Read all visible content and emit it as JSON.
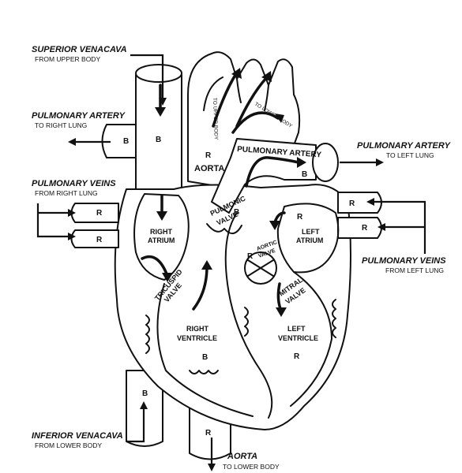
{
  "external_labels": {
    "superior_vena_cava": {
      "title": "SUPERIOR VENACAVA",
      "sub": "FROM UPPER BODY"
    },
    "pulmonary_artery_right": {
      "title": "PULMONARY ARTERY",
      "sub": "TO RIGHT LUNG"
    },
    "pulmonary_veins_right": {
      "title": "PULMONARY VEINS",
      "sub": "FROM RIGHT LUNG"
    },
    "pulmonary_artery_left": {
      "title": "PULMONARY ARTERY",
      "sub": "TO LEFT LUNG"
    },
    "pulmonary_veins_left": {
      "title": "PULMONARY VEINS",
      "sub": "FROM LEFT LUNG"
    },
    "inferior_vena_cava": {
      "title": "INFERIOR VENACAVA",
      "sub": "FROM LOWER BODY"
    },
    "aorta_bottom": {
      "title": "AORTA",
      "sub": "TO LOWER BODY"
    }
  },
  "internal_labels": {
    "aorta": "AORTA",
    "pulmonary_artery": "PULMONARY ARTERY",
    "to_upper_body": "TO UPPER BODY",
    "to_lower_body": "TO LOWER BODY",
    "right_atrium_1": "RIGHT",
    "right_atrium_2": "ATRIUM",
    "left_atrium_1": "LEFT",
    "left_atrium_2": "ATRIUM",
    "pulmonic_1": "PULMONIC",
    "pulmonic_2": "VALVE",
    "aortic_1": "AORTIC",
    "aortic_2": "VALVE",
    "tricuspid_1": "TRICUSPID",
    "tricuspid_2": "VALVE",
    "mitral_1": "MITRAL",
    "mitral_2": "VALVE",
    "right_ventricle_1": "RIGHT",
    "right_ventricle_2": "VENTRICLE",
    "left_ventricle_1": "LEFT",
    "left_ventricle_2": "VENTRICLE"
  },
  "blood_markers": {
    "b": "B",
    "r": "R"
  }
}
